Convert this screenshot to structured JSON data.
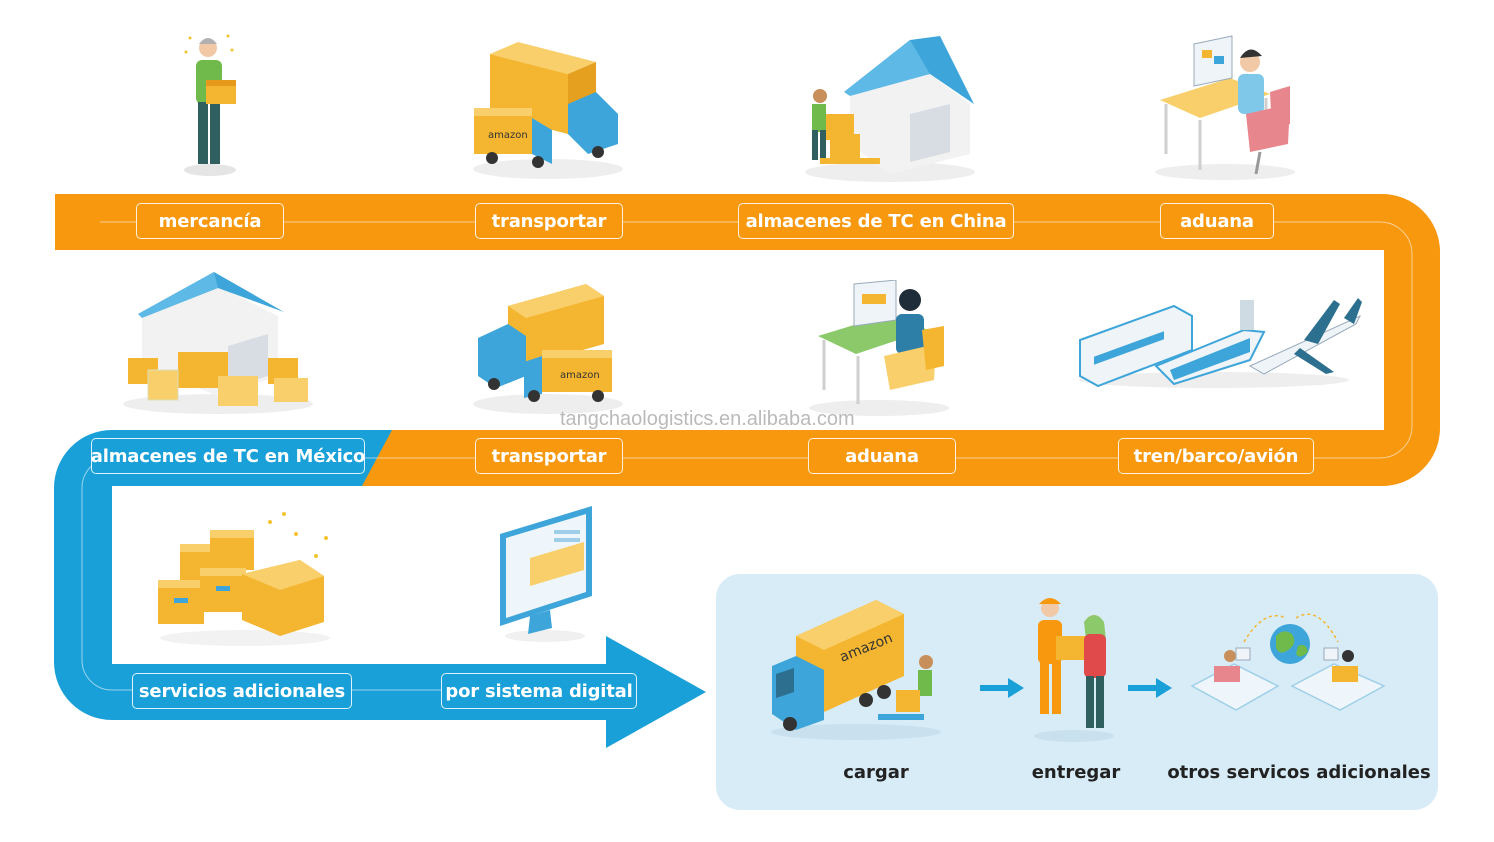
{
  "watermark": "tangchaologistics.en.alibaba.com",
  "colors": {
    "orange": "#f7980f",
    "blue": "#19a0d8",
    "panel": "#d8ecf7"
  },
  "row1": {
    "labels": [
      "mercancía",
      "transportar",
      "almacenes de TC en China",
      "aduana"
    ],
    "icons": [
      "person-holding-box-icon",
      "container-truck-icon",
      "warehouse-pallet-icon",
      "customs-office-desk-icon"
    ]
  },
  "row2": {
    "labels": [
      "almacenes de TC en México",
      "transportar",
      "aduana",
      "tren/barco/avión"
    ],
    "icons": [
      "mexico-warehouse-forklift-icon",
      "container-truck-icon",
      "customs-computer-desk-icon",
      "train-ship-plane-icon"
    ]
  },
  "row3": {
    "labels": [
      "servicios adicionales",
      "por sistema digital"
    ],
    "icons": [
      "gift-boxes-icon",
      "digital-screen-icon"
    ]
  },
  "final": {
    "steps": [
      "cargar",
      "entregar",
      "otros servicos adicionales"
    ],
    "icons": [
      "loading-truck-icon",
      "delivery-person-icon",
      "global-services-icon"
    ]
  }
}
